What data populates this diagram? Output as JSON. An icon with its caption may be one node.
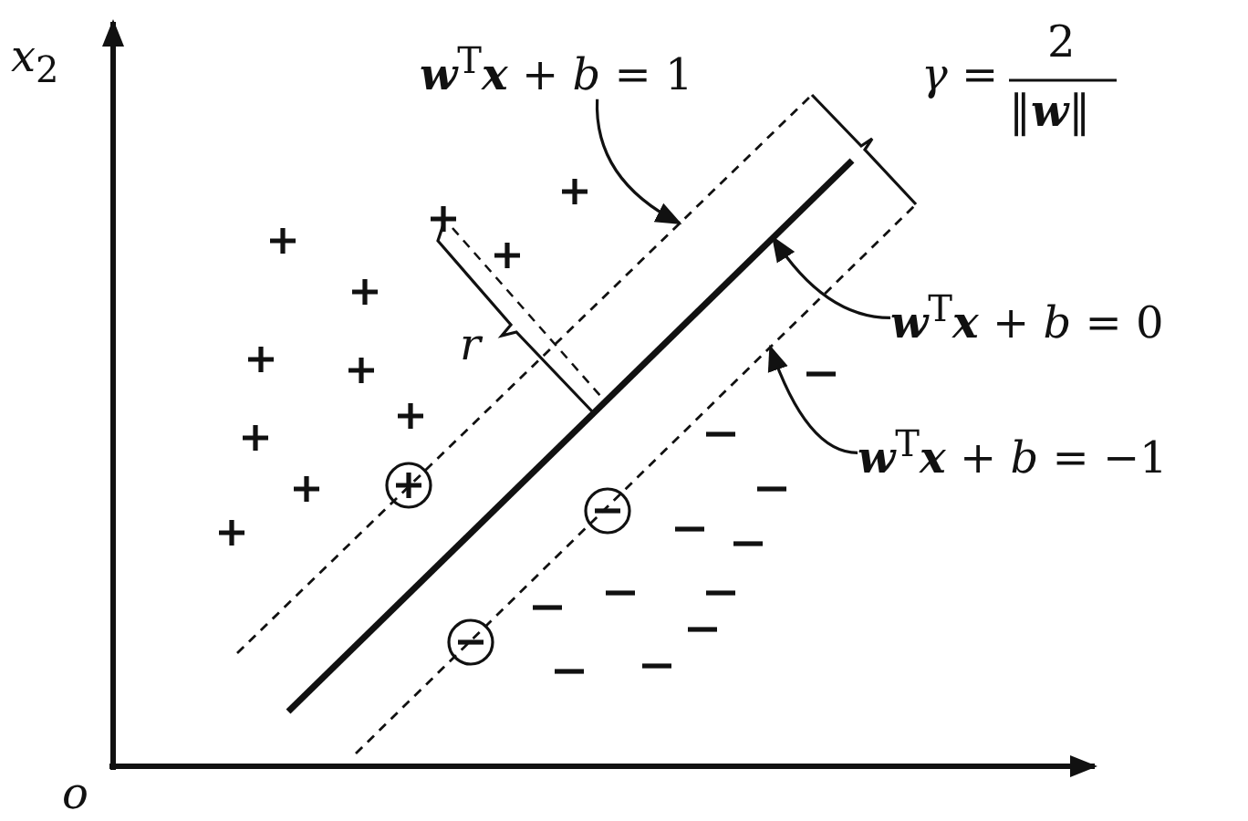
{
  "diagram": {
    "nodes": [
      {
        "text": [
          "**w**$^{T}$**x** + *b* = 1"
        ]
      },
      {
        "text": [
          "**w**$^{T}$**x** + *b* = 0"
        ]
      },
      {
        "text": [
          "**w**$^{T}$**x** + *b* = −1"
        ]
      },
      {
        "text": [],
        "shape": "line"
      },
      {
        "text": [],
        "shape": "line"
      },
      {
        "text": [],
        "shape": "line"
      }
    ],
    "edges": [
      {
        "from": 0,
        "to": 3,
        "arrow": "to"
      },
      {
        "from": 1,
        "to": 4,
        "arrow": "to"
      },
      {
        "from": 2,
        "to": 5,
        "arrow": "to"
      }
    ],
    "labels": [
      "*x*$_{2}$",
      "*o*",
      "*r*",
      "*γ* =",
      "2",
      "‖**w**‖"
    ]
  }
}
